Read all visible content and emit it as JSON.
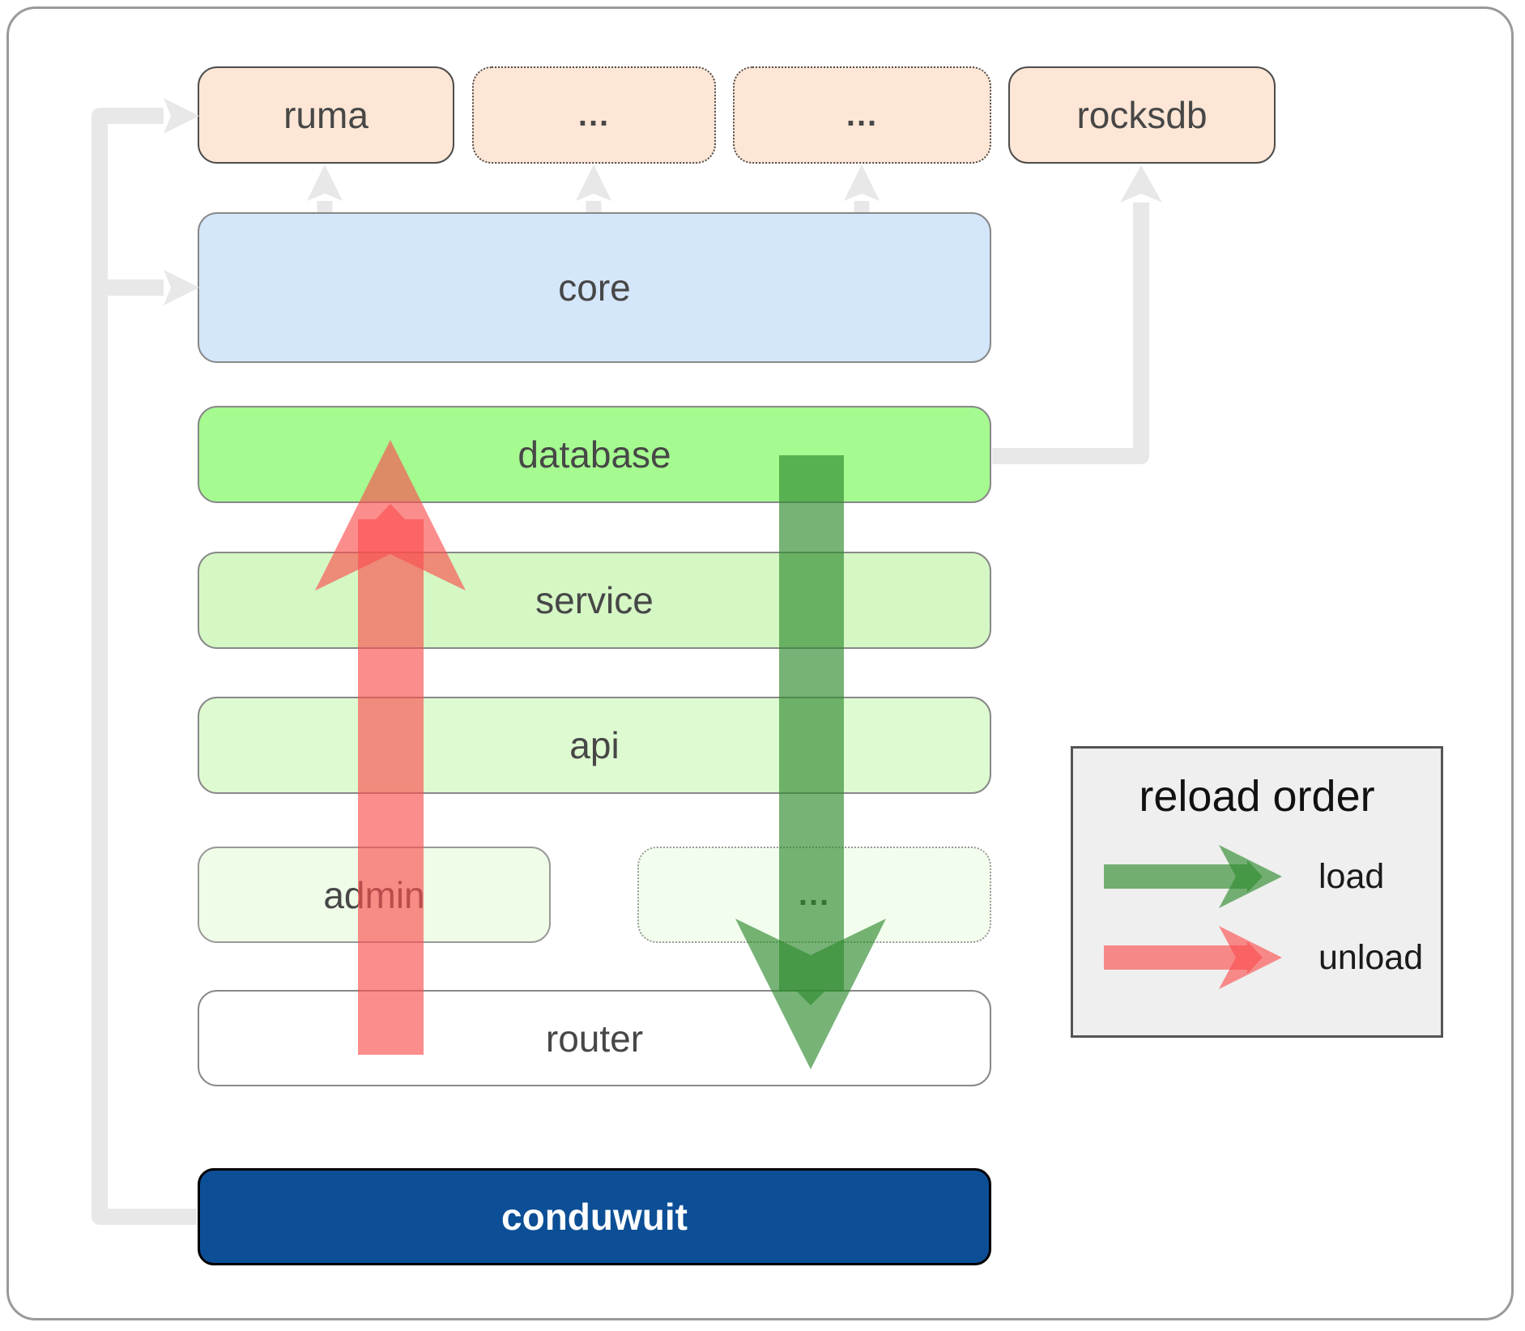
{
  "boxes": {
    "ruma": "ruma",
    "ellipsis_top_1": "...",
    "ellipsis_top_2": "...",
    "rocksdb": "rocksdb",
    "core": "core",
    "database": "database",
    "service": "service",
    "api": "api",
    "admin": "admin",
    "ellipsis_admin": "...",
    "router": "router",
    "conduwuit": "conduwuit"
  },
  "legend": {
    "title": "reload order",
    "items": [
      {
        "label": "load",
        "color": "#2e8b2e"
      },
      {
        "label": "unload",
        "color": "#fa5050"
      }
    ]
  },
  "colors": {
    "load_arrow_green": "#2e8b2e",
    "unload_arrow_red": "#fa5050",
    "connector_gray": "#e8e8e8",
    "peach_fill": "#fde6d5",
    "core_blue_fill": "#d4e6f9",
    "database_green_fill": "#a5fa90",
    "conduwuit_blue_fill": "#0d4f96"
  }
}
